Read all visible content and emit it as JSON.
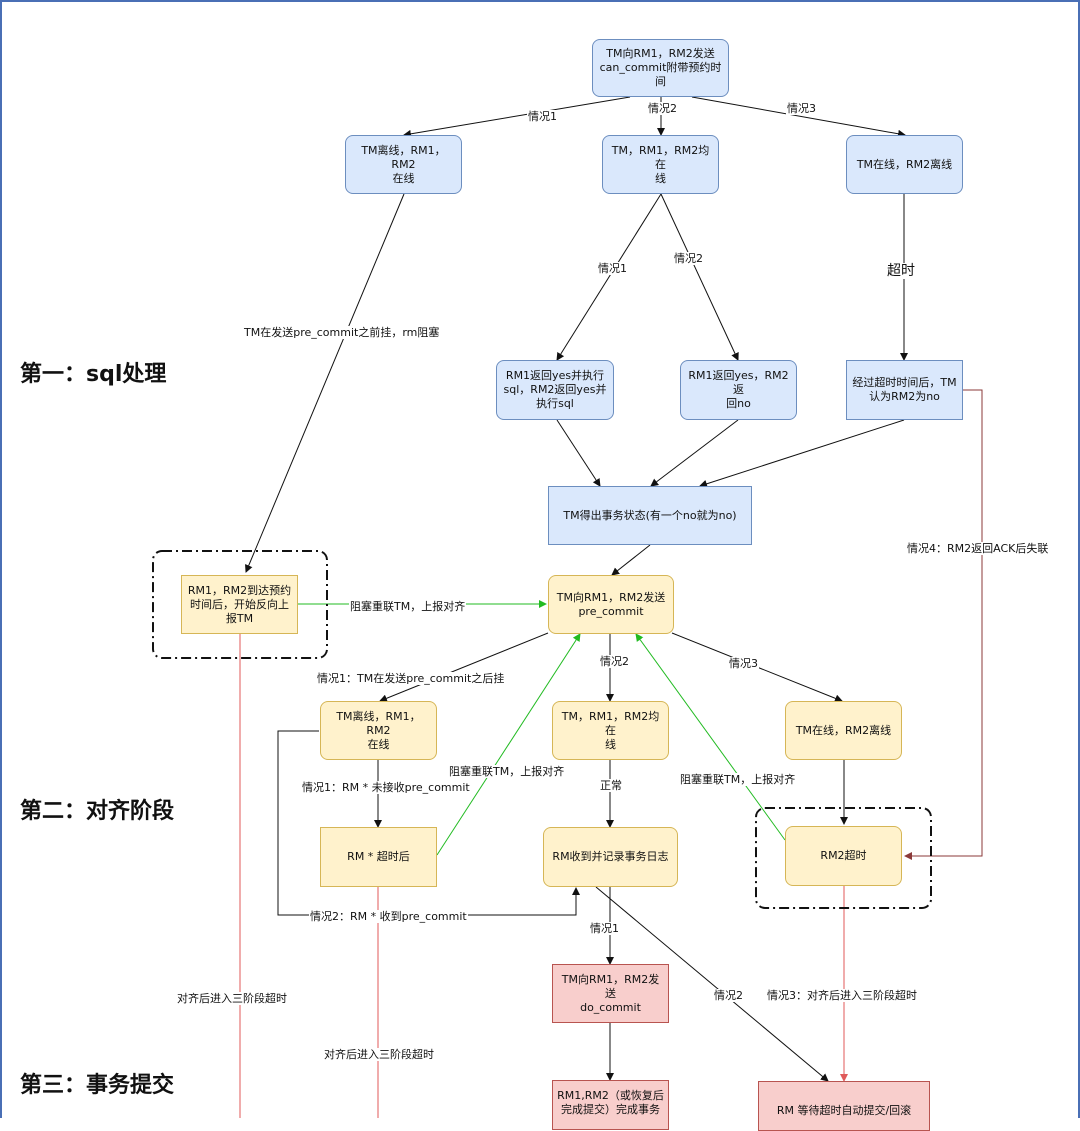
{
  "stages": {
    "s1": "第一：sql处理",
    "s2": "第二：对齐阶段",
    "s3": "第三：事务提交"
  },
  "nodes": {
    "n_start": "TM向RM1，RM2发送\ncan_commit附带预约时\n间",
    "n_tm_off": "TM离线，RM1，RM2\n在线",
    "n_all_on": "TM，RM1，RM2均在\n线",
    "n_rm2_off": "TM在线，RM2离线",
    "n_rm1_yes_sql": "RM1返回yes并执行\nsql，RM2返回yes并\n执行sql",
    "n_rm1_yes_rm2_no": "RM1返回yes，RM2返\n回no",
    "n_timeout_no": "经过超时时间后，TM\n认为RM2为no",
    "n_state": "TM得出事务状态(有一个no就为no)",
    "n_report": "RM1，RM2到达预约\n时间后，开始反向上\n报TM",
    "n_pre_commit": "TM向RM1，RM2发送\npre_commit",
    "n2_tm_off": "TM离线，RM1，RM2\n在线",
    "n2_all_on": "TM，RM1，RM2均在\n线",
    "n2_rm2_off": "TM在线，RM2离线",
    "n_rm_timeout": "RM * 超时后",
    "n_rm_log": "RM收到并记录事务日志",
    "n_rm2_timeout": "RM2超时",
    "n_do_commit": "TM向RM1，RM2发送\ndo_commit",
    "n_done": "RM1,RM2（或恢复后\n完成提交）完成事务",
    "n_wait": "RM 等待超时自动提交/回滚"
  },
  "labels": {
    "l_case1_a": "情况1",
    "l_case2_a": "情况2",
    "l_case3_a": "情况3",
    "l_case1_b": "情况1",
    "l_case2_b": "情况2",
    "l_timeout": "超时",
    "l_tm_down": "TM在发送pre_commit之前挂，rm阻塞",
    "l_case4": "情况4：RM2返回ACK后失联",
    "l_block1": "阻塞重联TM，上报对齐",
    "l_p_case1": "情况1：TM在发送pre_commit之后挂",
    "l_p_case2": "情况2",
    "l_p_case3": "情况3",
    "l_block2": "阻塞重联TM，上报对齐",
    "l_rm_nrecv": "情况1：RM * 未接收pre_commit",
    "l_normal": "正常",
    "l_block3": "阻塞重联TM，上报对齐",
    "l_rm_recv": "情况2：RM * 收到pre_commit",
    "l_c_case1": "情况1",
    "l_c_case2": "情况2",
    "l_c_case3": "情况3：对齐后进入三阶段超时",
    "l_align1": "对齐后进入三阶段超时",
    "l_align2": "对齐后进入三阶段超时"
  },
  "colors": {
    "arrow": "#111111",
    "green": "#22bb22",
    "red": "#e05a5a",
    "darkred": "#8b3a3a"
  }
}
